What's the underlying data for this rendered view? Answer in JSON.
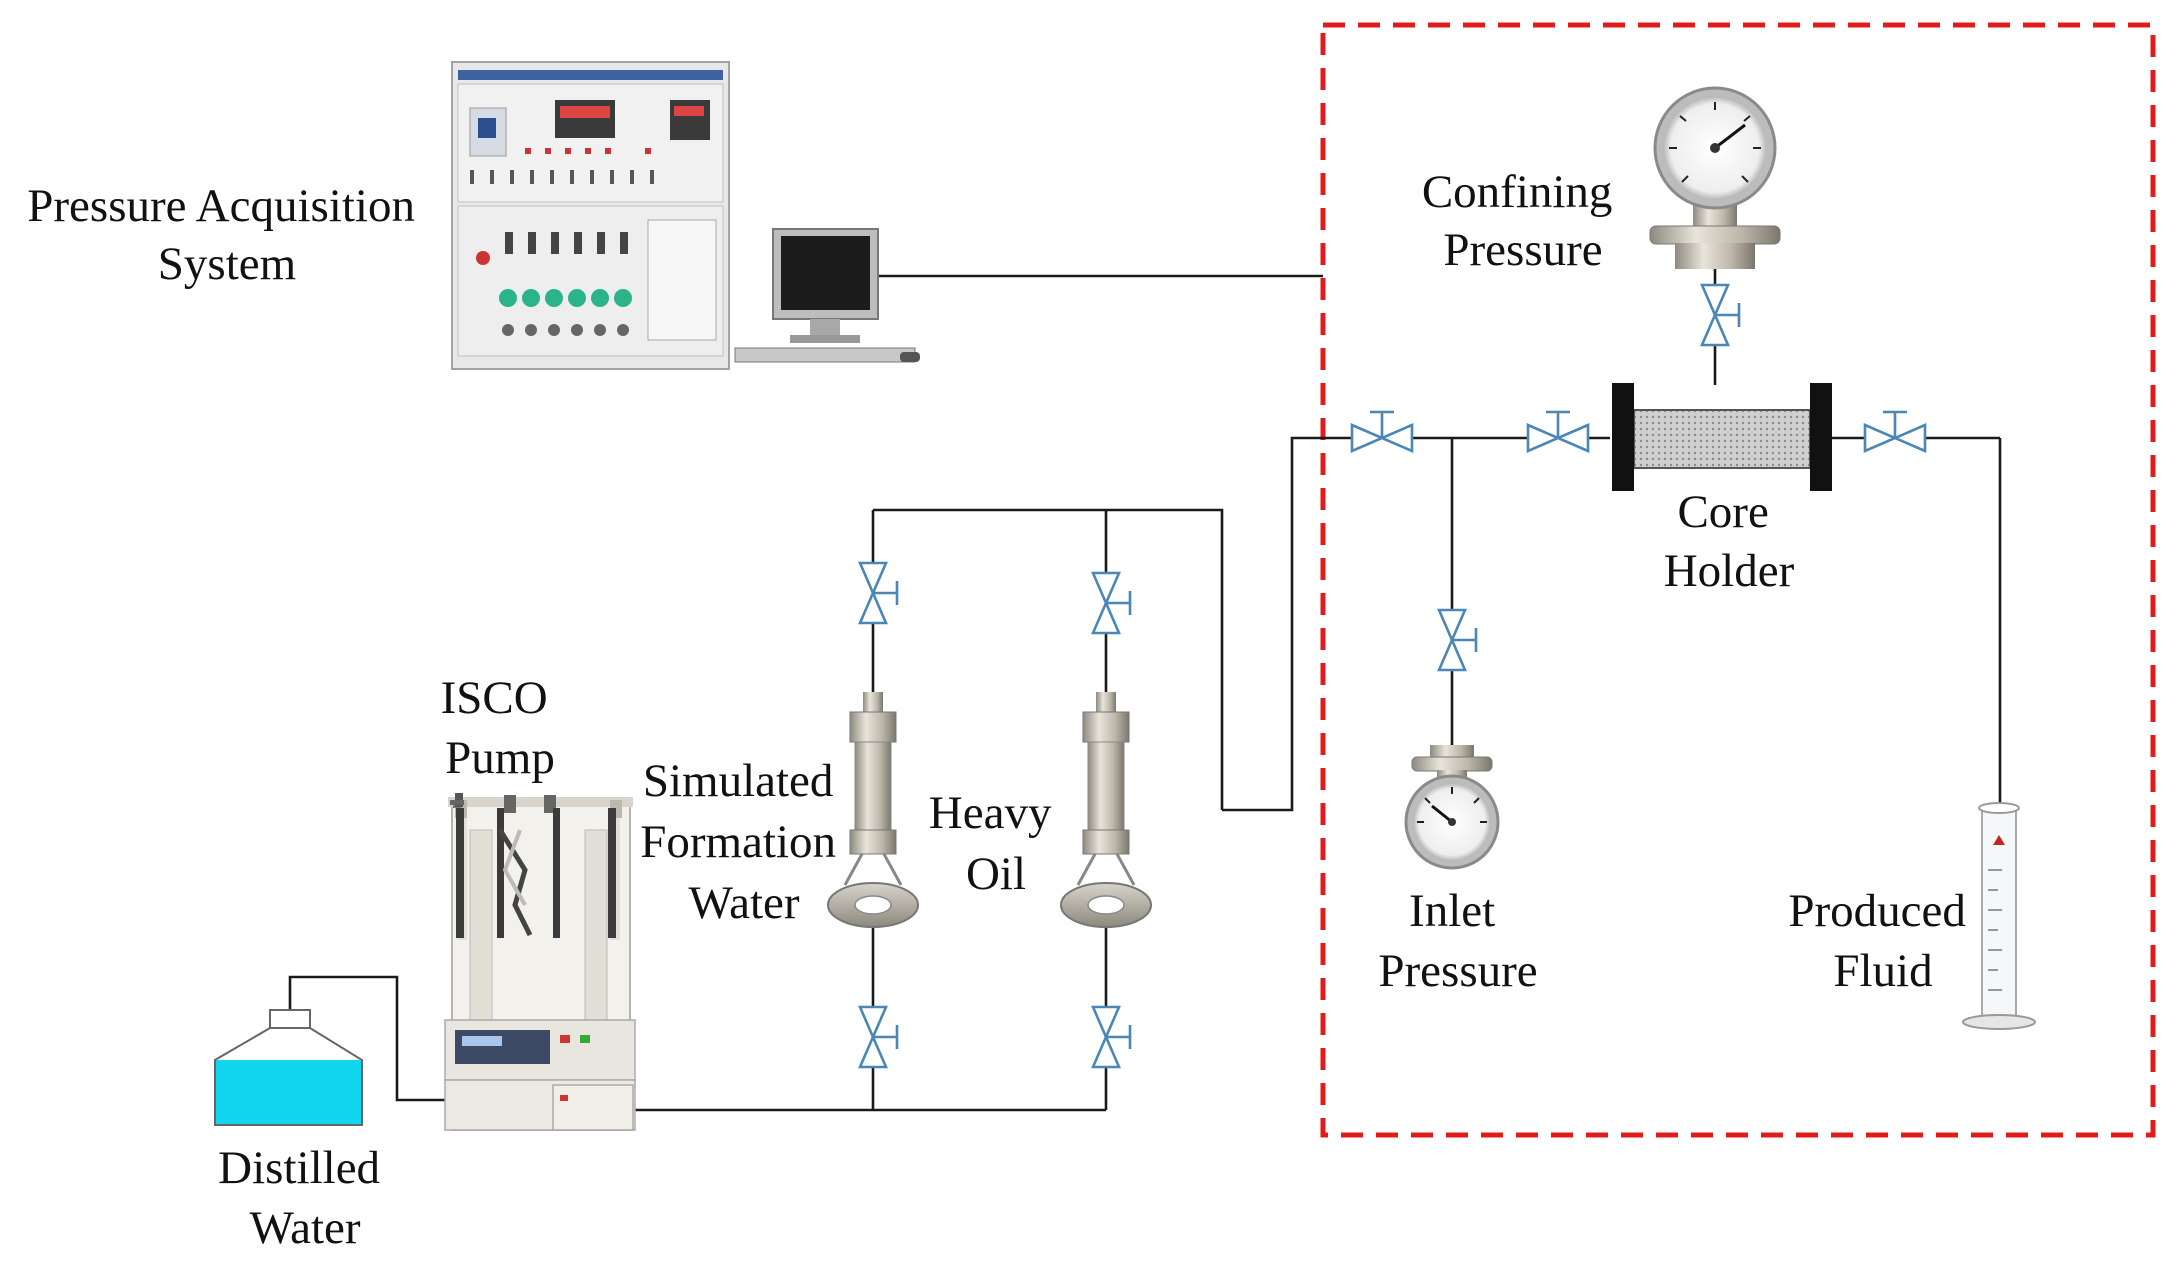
{
  "labels": {
    "pressure_acquisition": [
      "Pressure Acquisition",
      "System"
    ],
    "confining_pressure": [
      "Confining",
      "Pressure"
    ],
    "core_holder": [
      "Core",
      "Holder"
    ],
    "isco_pump": [
      "ISCO",
      "Pump"
    ],
    "simulated_formation_water": [
      "Simulated",
      "Formation",
      "Water"
    ],
    "heavy_oil": [
      "Heavy",
      "Oil"
    ],
    "inlet_pressure": [
      "Inlet",
      "Pressure"
    ],
    "produced_fluid": [
      "Produced",
      "Fluid"
    ],
    "distilled_water": [
      "Distilled",
      "Water"
    ]
  },
  "colors": {
    "boundary": "#e11b1b",
    "pipe": "#1a1a1a",
    "valve": "#4a86b6",
    "water": "#12d6ee",
    "core": "#c9c9c9"
  }
}
